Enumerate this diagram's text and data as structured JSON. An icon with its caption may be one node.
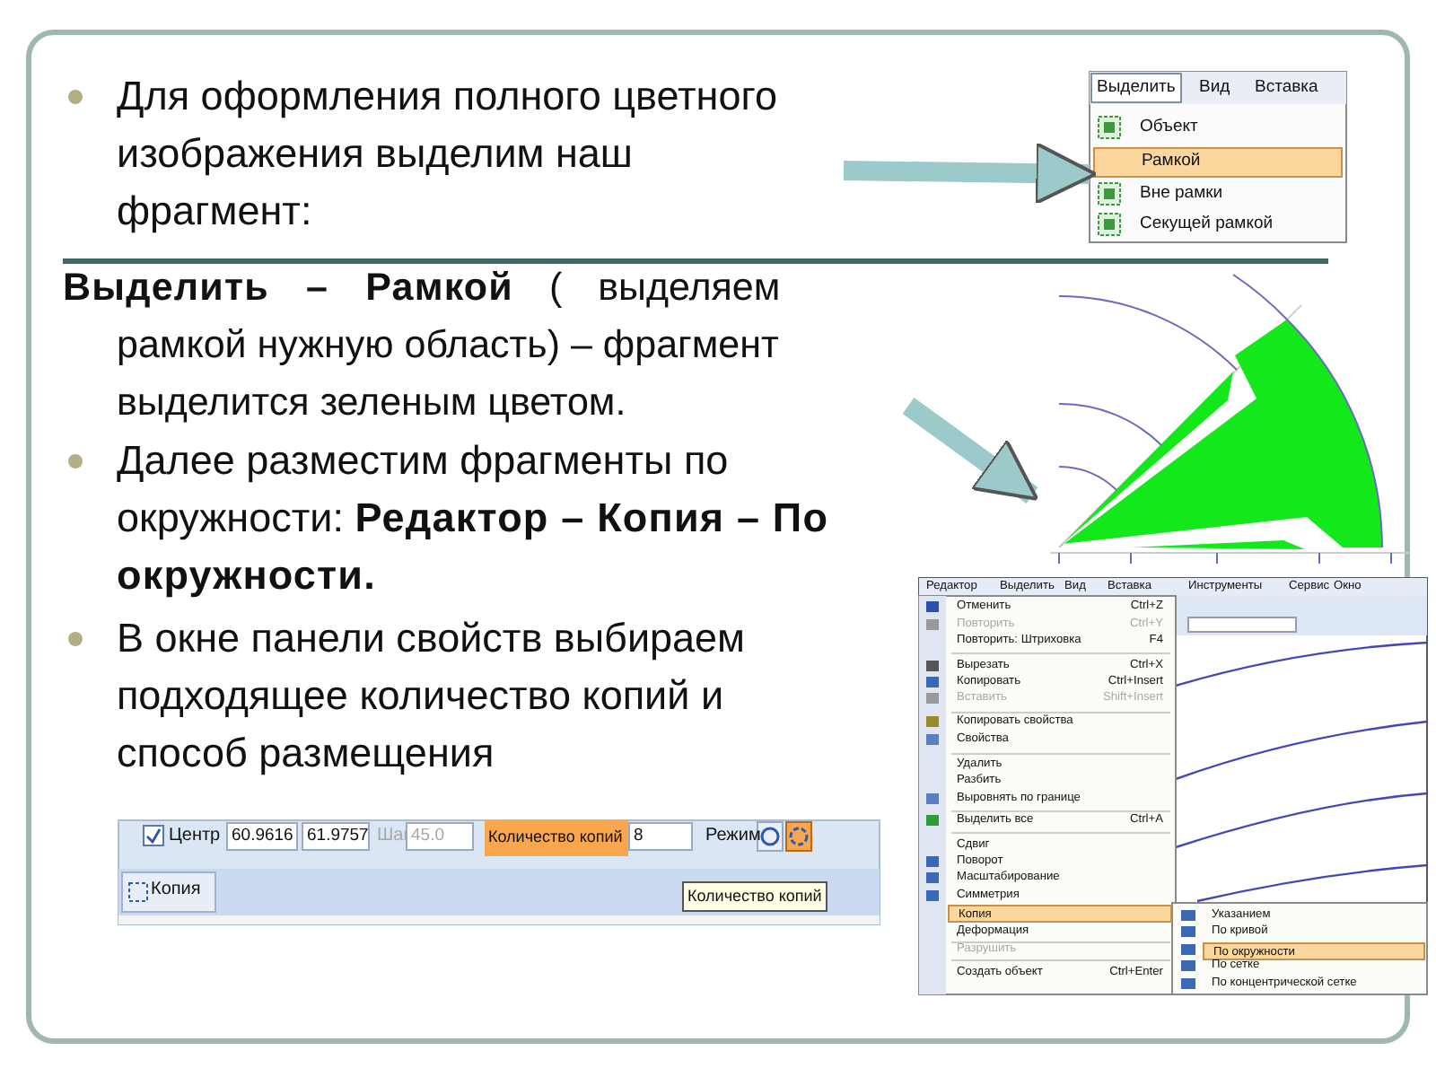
{
  "diagram": {
    "nodes": [
      {
        "text": [
          "Выделить",
          "Вид",
          "Вставка",
          "Объект",
          "Рамкой",
          "Вне рамки",
          "Секущей рамкой"
        ]
      },
      {
        "text": [],
        "shape": "picture"
      },
      {
        "text": [
          "Редактор",
          "Выделить",
          "Вид",
          "Вставка",
          "Инструменты",
          "Сервис",
          "Окно",
          "Отменить",
          "Ctrl+Z",
          "Повторить",
          "Ctrl+Y",
          "Повторить: Штриховка",
          "F4",
          "Вырезать",
          "Ctrl+X",
          "Копировать",
          "Ctrl+Insert",
          "Вставить",
          "Shift+Insert",
          "Копировать свойства",
          "Свойства",
          "Удалить",
          "Разбить",
          "Выровнять по границе",
          "Выделить все",
          "Ctrl+A",
          "Сдвиг",
          "Поворот",
          "Масштабирование",
          "Симметрия",
          "Копия",
          "Деформация",
          "Разрушить",
          "Создать объект",
          "Ctrl+Enter",
          "Указанием",
          "По кривой",
          "По окружности",
          "По сетке",
          "По концентрической сетке"
        ]
      },
      {
        "text": [
          "Центр",
          "60.9616",
          "61.9757",
          "Шаг",
          "45.0",
          "Количество копий",
          "8",
          "Режим",
          "Копия",
          "Количество копий"
        ]
      }
    ],
    "edges": [
      {
        "from": null,
        "to": 0,
        "arrow": "to"
      },
      {
        "from": null,
        "to": 1,
        "arrow": "to"
      }
    ],
    "labels": [
      "Для оформления полного цветного изображения выделим наш фрагмент:",
      "**Выделить – Рамкой** ( выделяем рамкой нужную область) – фрагмент выделится зеленым цветом.",
      "Далее разместим фрагменты по окружности: **Редактор – Копия – По окружности.**",
      "В окне панели свойств выбираем подходящее количество копий и способ размещения"
    ]
  }
}
